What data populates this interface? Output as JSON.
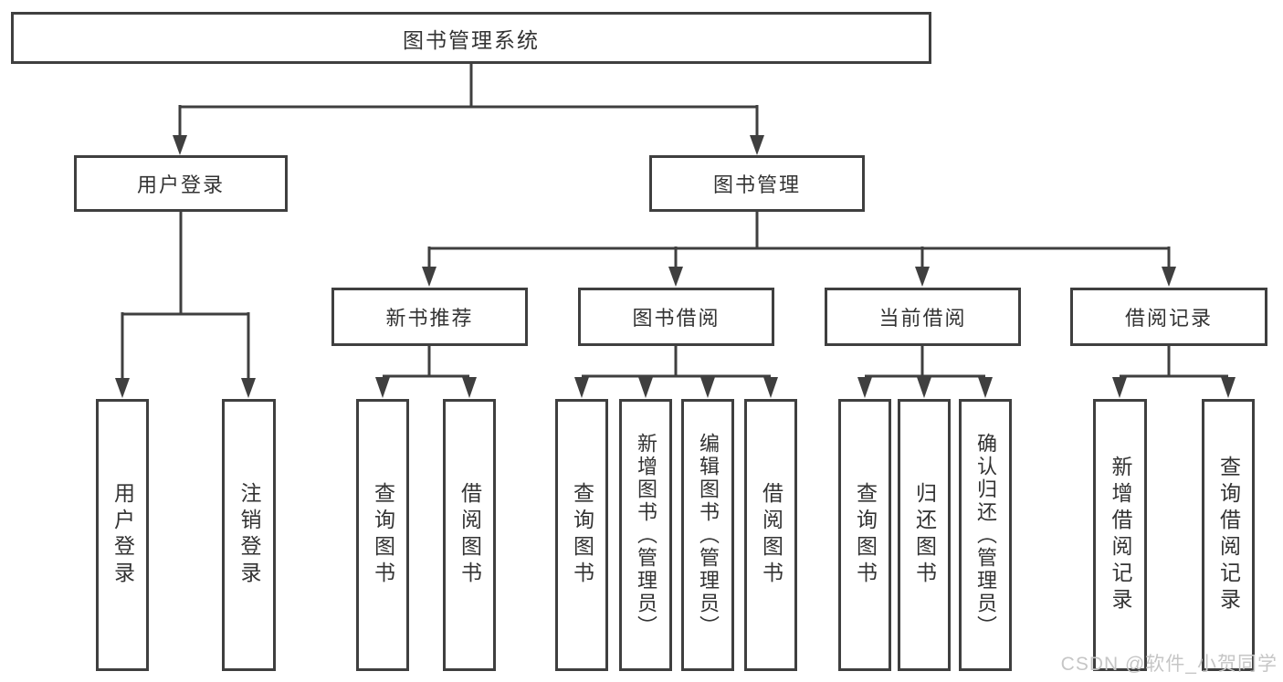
{
  "tree": {
    "root_label": "图书管理系统",
    "branches": [
      {
        "label": "用户登录",
        "children": [
          "用户登录",
          "注销登录"
        ]
      },
      {
        "label": "图书管理",
        "groups": [
          {
            "label": "新书推荐",
            "children": [
              "查询图书",
              "借阅图书"
            ]
          },
          {
            "label": "图书借阅",
            "children": [
              "查询图书",
              "新增图书（管理员）",
              "编辑图书（管理员）",
              "借阅图书"
            ]
          },
          {
            "label": "当前借阅",
            "children": [
              "查询图书",
              "归还图书",
              "确认归还（管理员）"
            ]
          },
          {
            "label": "借阅记录",
            "children": [
              "新增借阅记录",
              "查询借阅记录"
            ]
          }
        ]
      }
    ]
  },
  "watermark": {
    "text": "CSDN @软件_小贺同学"
  },
  "colors": {
    "line": "#3f3f3f",
    "text": "#333333",
    "box_bg": "#ffffff",
    "watermark": "#c6c6c6",
    "background": "#ffffff"
  }
}
